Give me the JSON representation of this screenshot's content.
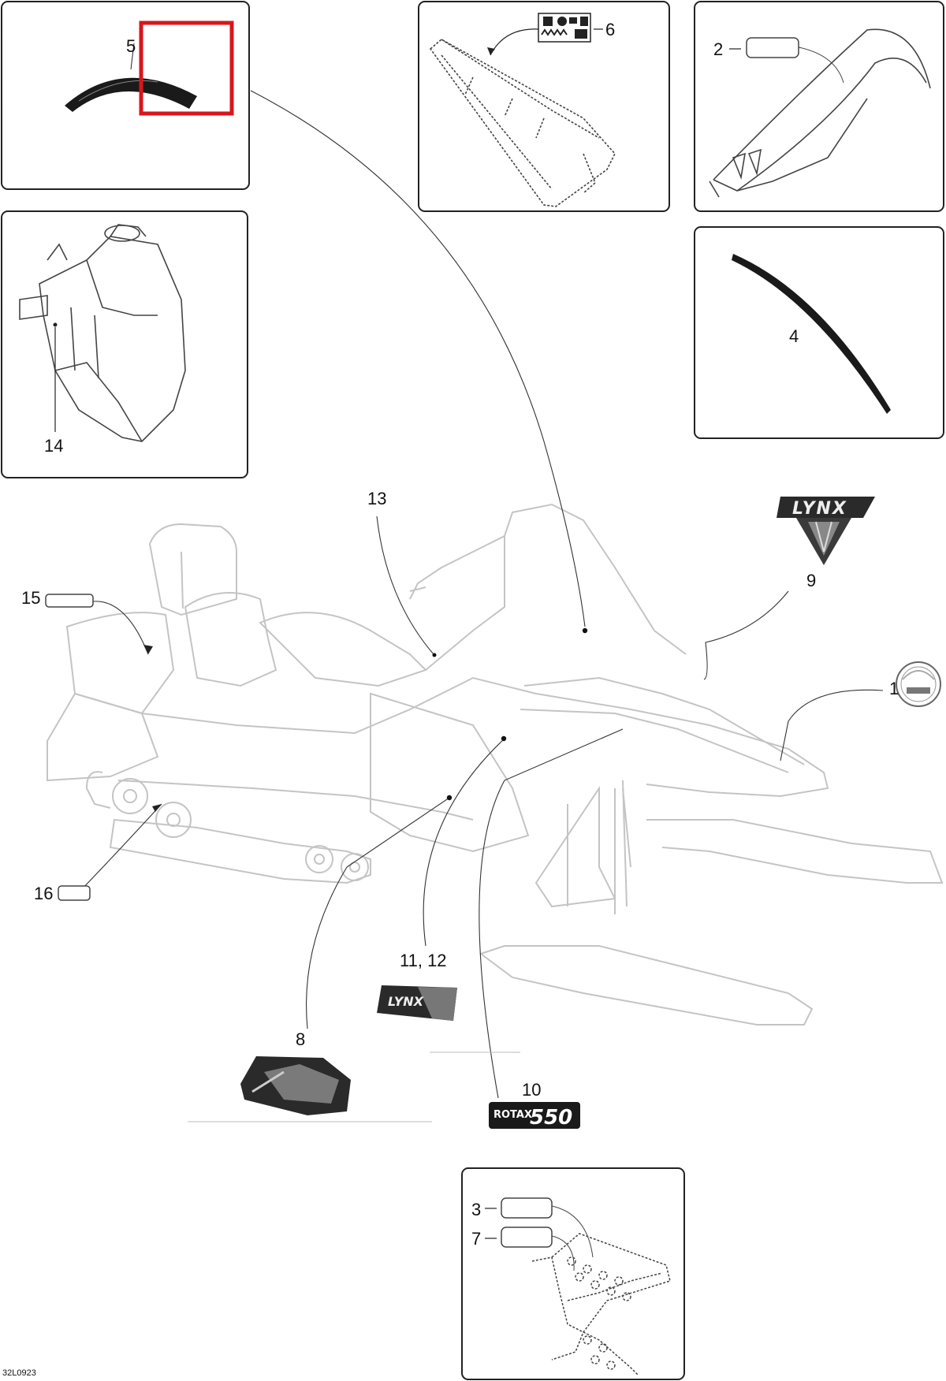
{
  "diagram": {
    "drawing_code": "32L0923",
    "callouts": {
      "c1": "1",
      "c2": "2",
      "c3": "3",
      "c4": "4",
      "c5": "5",
      "c6": "6",
      "c7": "7",
      "c8": "8",
      "c9": "9",
      "c10": "10",
      "c11_12": "11, 12",
      "c13": "13",
      "c14": "14",
      "c15": "15",
      "c16": "16"
    },
    "decals": {
      "lynx_logo": "LYNX",
      "lynx_side": "LYNX",
      "rotax_word": "ROTAX",
      "rotax_number": "550"
    },
    "colors": {
      "highlight_box": "#d9161c",
      "line_art": "#555555",
      "faint_sled": "#c4c4c4",
      "decal_dark": "#1a1a1a"
    }
  }
}
